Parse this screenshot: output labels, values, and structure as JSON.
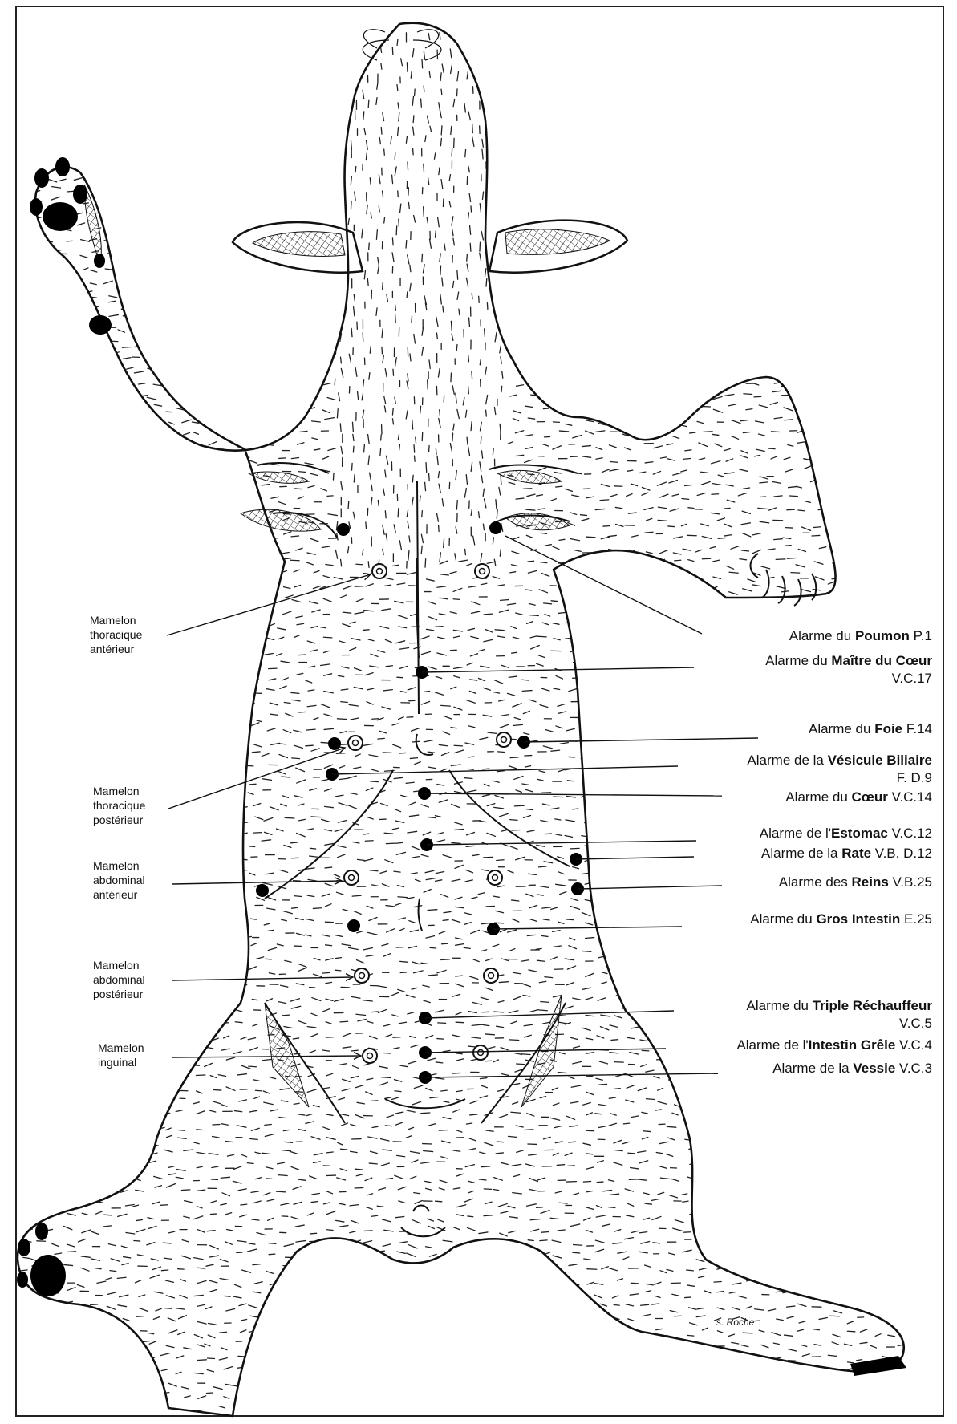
{
  "left_labels": [
    {
      "lines": [
        "Mamelon",
        "thoracique",
        "antérieur"
      ]
    },
    {
      "lines": [
        "Mamelon",
        "thoracique",
        "postérieur"
      ]
    },
    {
      "lines": [
        "Mamelon",
        "abdominal",
        "antérieur"
      ]
    },
    {
      "lines": [
        "Mamelon",
        "abdominal",
        "postérieur"
      ]
    },
    {
      "lines": [
        "Mamelon",
        "inguinal"
      ]
    }
  ],
  "right_labels": [
    {
      "lead": "Alarme du ",
      "name": "Poumon",
      "code": " P.1",
      "code2": ""
    },
    {
      "lead": "Alarme du ",
      "name": "Maître du Cœur",
      "code": "",
      "code2": "V.C.17"
    },
    {
      "lead": "Alarme du ",
      "name": "Foie",
      "code": " F.14",
      "code2": ""
    },
    {
      "lead": "Alarme de la ",
      "name": "Vésicule Biliaire",
      "code": "",
      "code2": "F. D.9"
    },
    {
      "lead": "Alarme du ",
      "name": "Cœur",
      "code": " V.C.14",
      "code2": ""
    },
    {
      "lead": "Alarme de l'",
      "name": "Estomac",
      "code": " V.C.12",
      "code2": ""
    },
    {
      "lead": "Alarme de la ",
      "name": "Rate",
      "code": " V.B. D.12",
      "code2": ""
    },
    {
      "lead": "Alarme des ",
      "name": "Reins",
      "code": " V.B.25",
      "code2": ""
    },
    {
      "lead": "Alarme du ",
      "name": "Gros Intestin",
      "code": " E.25",
      "code2": ""
    },
    {
      "lead": "Alarme du ",
      "name": "Triple Réchauffeur",
      "code": "",
      "code2": "V.C.5"
    },
    {
      "lead": "Alarme de l'",
      "name": "Intestin Grêle",
      "code": " V.C.4",
      "code2": ""
    },
    {
      "lead": "Alarme de la ",
      "name": "Vessie",
      "code": " V.C.3",
      "code2": ""
    }
  ],
  "signature": "s. Roche"
}
